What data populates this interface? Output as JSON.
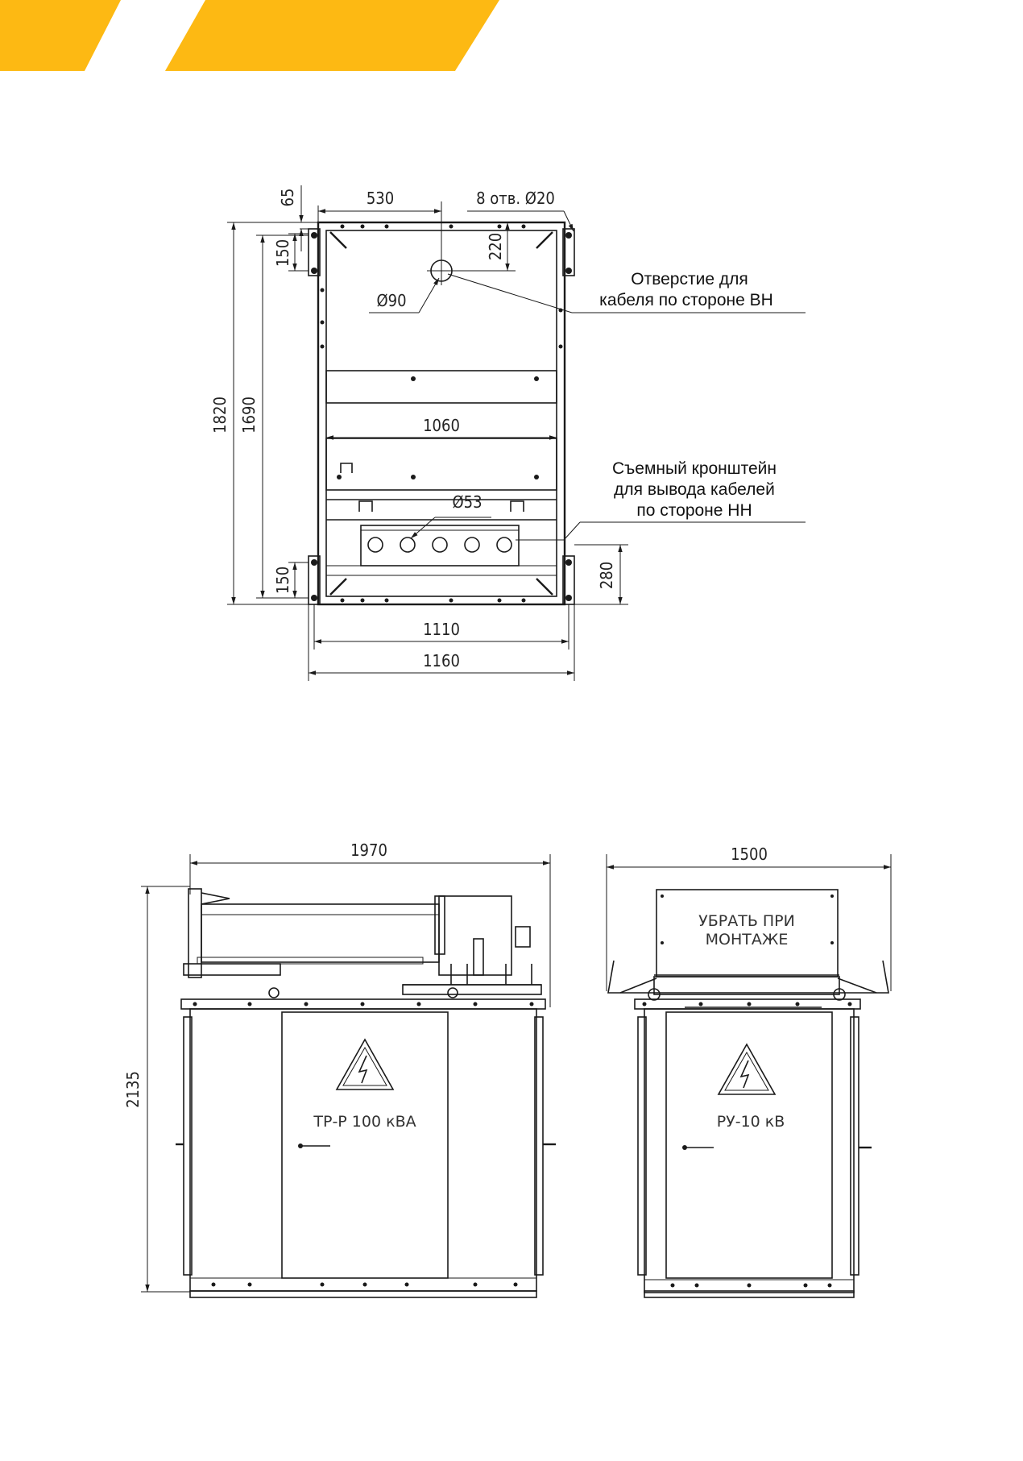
{
  "header": {
    "accent_color": "#FDB913"
  },
  "plan_view": {
    "dims": {
      "d65": "65",
      "d530": "530",
      "holes": "8 отв. Ø20",
      "d150_top": "150",
      "d220": "220",
      "d90": "Ø90",
      "d1820": "1820",
      "d1690": "1690",
      "d1060": "1060",
      "d53": "Ø53",
      "d150_bottom": "150",
      "d280": "280",
      "d1110": "1110",
      "d1160": "1160"
    },
    "callouts": {
      "hv_line1": "Отверстие для",
      "hv_line2": "кабеля по стороне ВН",
      "lv_line1": "Съемный кронштейн",
      "lv_line2": "для вывода кабелей",
      "lv_line3": "по стороне НН"
    }
  },
  "front_view": {
    "width_dim": "1970",
    "height_dim": "2135",
    "door_label": "ТР-Р 100 кВА"
  },
  "side_view": {
    "width_dim": "1500",
    "sign_line1": "УБРАТЬ ПРИ",
    "sign_line2": "МОНТАЖЕ",
    "door_label": "РУ-10 кВ"
  }
}
